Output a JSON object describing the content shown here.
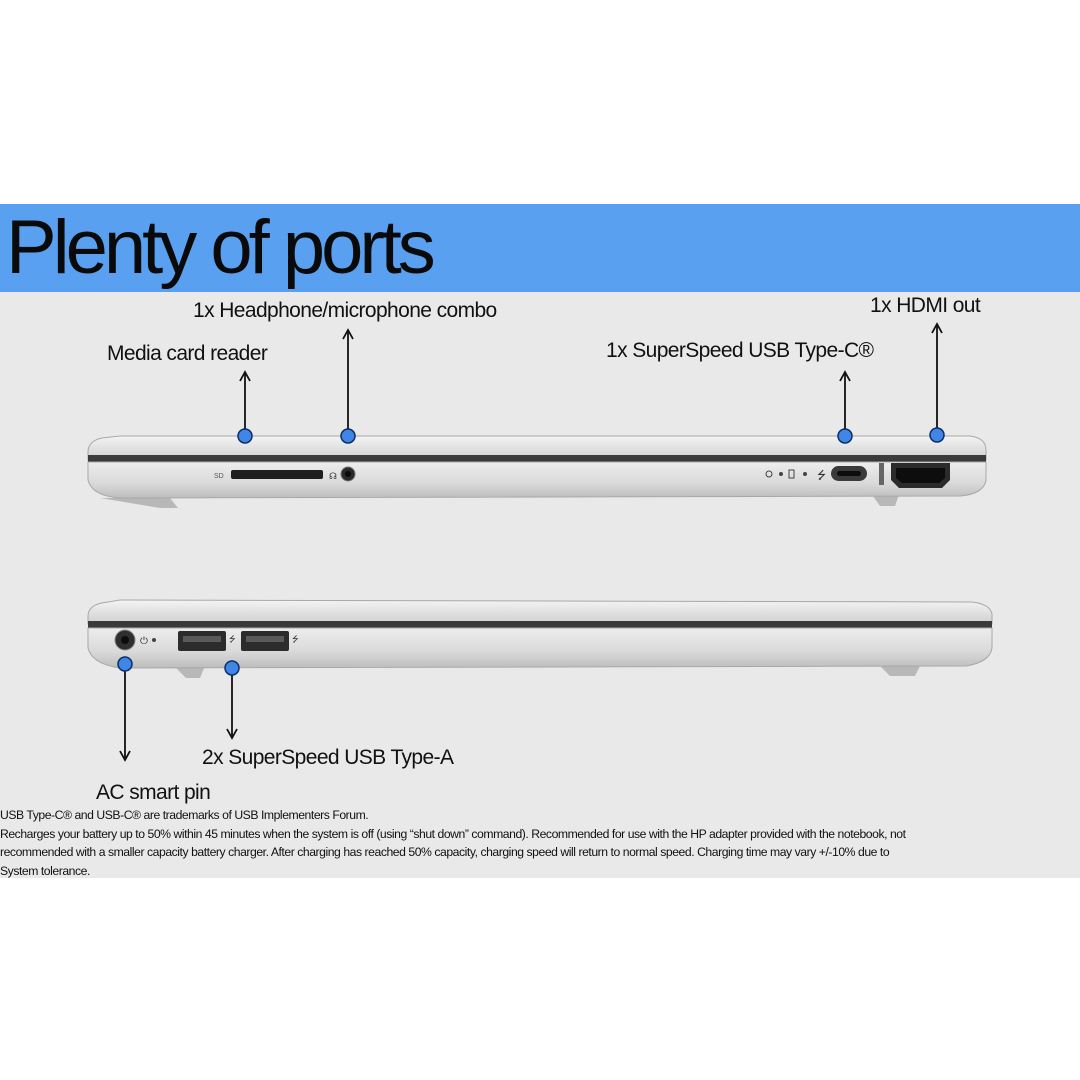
{
  "title": "Plenty of ports",
  "colors": {
    "banner": "#5aa0f1",
    "callout_dot": "#3f86e6",
    "panel": "#e9e9e9",
    "laptop_silver": "#d8d8d8"
  },
  "callouts": {
    "headphone": "1x Headphone/microphone combo",
    "card_reader": "Media card reader",
    "usb_c": "1x SuperSpeed USB Type-C®",
    "hdmi": "1x HDMI out",
    "usb_a": "2x SuperSpeed USB Type-A",
    "ac_pin": "AC smart pin"
  },
  "laptop_markings": {
    "sd_label": "SD"
  },
  "footnotes": {
    "line1": "USB Type-C® and USB-C® are trademarks of USB Implementers Forum.",
    "line2": "Recharges your battery up to 50% within 45 minutes when the system is off (using “shut down” command). Recommended for use with the HP adapter provided with the notebook, not",
    "line3": "recommended with a smaller capacity battery charger. After charging has reached 50% capacity, charging speed will return to normal speed. Charging time may vary +/-10% due to",
    "line4": "System tolerance."
  }
}
